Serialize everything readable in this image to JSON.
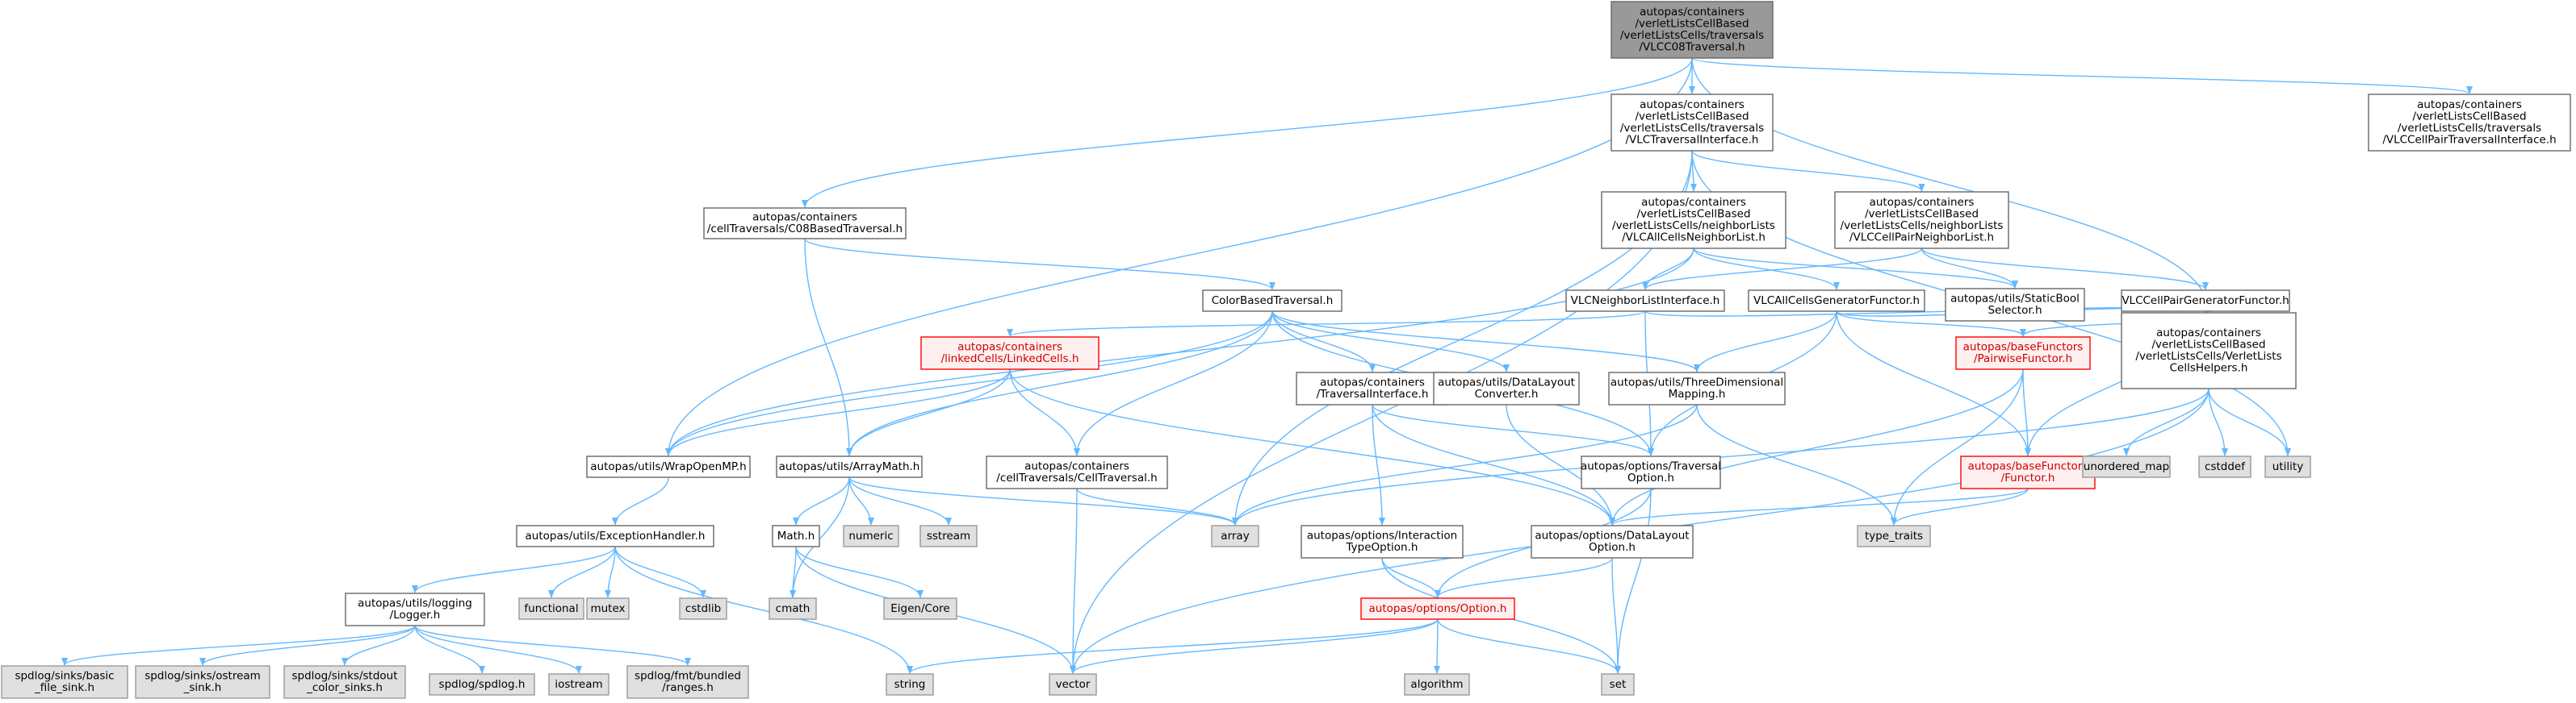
{
  "colors": {
    "edge": "#63b8ff",
    "root_fill": "#999999",
    "file_border": "#666666",
    "external_fill": "#e0e0e0",
    "truncated_border": "#ff0000"
  },
  "nodes": [
    {
      "id": "root",
      "kind": "root",
      "lines": [
        "autopas/containers",
        "/verletListsCellBased",
        "/verletListsCells/traversals",
        "/VLCC08Traversal.h"
      ]
    },
    {
      "id": "vlctraversalinterface",
      "kind": "file",
      "lines": [
        "autopas/containers",
        "/verletListsCellBased",
        "/verletListsCells/traversals",
        "/VLCTraversalInterface.h"
      ]
    },
    {
      "id": "vlccellpairtraversalinterface",
      "kind": "file",
      "lines": [
        "autopas/containers",
        "/verletListsCellBased",
        "/verletListsCells/traversals",
        "/VLCCellPairTraversalInterface.h"
      ]
    },
    {
      "id": "c08basedtraversal",
      "kind": "file",
      "lines": [
        "autopas/containers",
        "/cellTraversals/C08BasedTraversal.h"
      ]
    },
    {
      "id": "vlcallcellsneighborlist",
      "kind": "file",
      "lines": [
        "autopas/containers",
        "/verletListsCellBased",
        "/verletListsCells/neighborLists",
        "/VLCAllCellsNeighborList.h"
      ]
    },
    {
      "id": "vlccellpairneighborlist",
      "kind": "file",
      "lines": [
        "autopas/containers",
        "/verletListsCellBased",
        "/verletListsCells/neighborLists",
        "/VLCCellPairNeighborList.h"
      ]
    },
    {
      "id": "colorbasedtraversal",
      "kind": "file",
      "lines": [
        "ColorBasedTraversal.h"
      ]
    },
    {
      "id": "vlcneighborlistinterface",
      "kind": "file",
      "lines": [
        "VLCNeighborListInterface.h"
      ]
    },
    {
      "id": "vlcallcellsgeneratorfunctor",
      "kind": "file",
      "lines": [
        "VLCAllCellsGeneratorFunctor.h"
      ]
    },
    {
      "id": "staticboolselector",
      "kind": "file",
      "lines": [
        "autopas/utils/StaticBool",
        "Selector.h"
      ]
    },
    {
      "id": "vlccellpairgeneratorfunctor",
      "kind": "file",
      "lines": [
        "VLCCellPairGeneratorFunctor.h"
      ]
    },
    {
      "id": "linkedcells",
      "kind": "trunc",
      "lines": [
        "autopas/containers",
        "/linkedCells/LinkedCells.h"
      ]
    },
    {
      "id": "traversalinterface",
      "kind": "file",
      "lines": [
        "autopas/containers",
        "/TraversalInterface.h"
      ]
    },
    {
      "id": "datalayoutconverter",
      "kind": "file",
      "lines": [
        "autopas/utils/DataLayout",
        "Converter.h"
      ]
    },
    {
      "id": "threedimensionalmapping",
      "kind": "file",
      "lines": [
        "autopas/utils/ThreeDimensional",
        "Mapping.h"
      ]
    },
    {
      "id": "pairwisefunctor",
      "kind": "trunc",
      "lines": [
        "autopas/baseFunctors",
        "/PairwiseFunctor.h"
      ]
    },
    {
      "id": "verletlistscellshelpers",
      "kind": "file",
      "lines": [
        "autopas/containers",
        "/verletListsCellBased",
        "/verletListsCells/VerletLists",
        "CellsHelpers.h"
      ]
    },
    {
      "id": "wrapopenmp",
      "kind": "file",
      "lines": [
        "autopas/utils/WrapOpenMP.h"
      ]
    },
    {
      "id": "arraymath",
      "kind": "file",
      "lines": [
        "autopas/utils/ArrayMath.h"
      ]
    },
    {
      "id": "celltraversal",
      "kind": "file",
      "lines": [
        "autopas/containers",
        "/cellTraversals/CellTraversal.h"
      ]
    },
    {
      "id": "traversaloption",
      "kind": "file",
      "lines": [
        "autopas/options/Traversal",
        "Option.h"
      ]
    },
    {
      "id": "functor",
      "kind": "trunc",
      "lines": [
        "autopas/baseFunctors",
        "/Functor.h"
      ]
    },
    {
      "id": "unordered_map",
      "kind": "ext",
      "lines": [
        "unordered_map"
      ]
    },
    {
      "id": "cstddef",
      "kind": "ext",
      "lines": [
        "cstddef"
      ]
    },
    {
      "id": "utility",
      "kind": "ext",
      "lines": [
        "utility"
      ]
    },
    {
      "id": "exceptionhandler",
      "kind": "file",
      "lines": [
        "autopas/utils/ExceptionHandler.h"
      ]
    },
    {
      "id": "mathh",
      "kind": "file",
      "lines": [
        "Math.h"
      ]
    },
    {
      "id": "numeric",
      "kind": "ext",
      "lines": [
        "numeric"
      ]
    },
    {
      "id": "sstream",
      "kind": "ext",
      "lines": [
        "sstream"
      ]
    },
    {
      "id": "array",
      "kind": "ext",
      "lines": [
        "array"
      ]
    },
    {
      "id": "interactiontypeoption",
      "kind": "file",
      "lines": [
        "autopas/options/Interaction",
        "TypeOption.h"
      ]
    },
    {
      "id": "datalayoutoption",
      "kind": "file",
      "lines": [
        "autopas/options/DataLayout",
        "Option.h"
      ]
    },
    {
      "id": "type_traits",
      "kind": "ext",
      "lines": [
        "type_traits"
      ]
    },
    {
      "id": "logger",
      "kind": "file",
      "lines": [
        "autopas/utils/logging",
        "/Logger.h"
      ]
    },
    {
      "id": "functional",
      "kind": "ext",
      "lines": [
        "functional"
      ]
    },
    {
      "id": "mutex",
      "kind": "ext",
      "lines": [
        "mutex"
      ]
    },
    {
      "id": "cstdlib",
      "kind": "ext",
      "lines": [
        "cstdlib"
      ]
    },
    {
      "id": "cmath",
      "kind": "ext",
      "lines": [
        "cmath"
      ]
    },
    {
      "id": "eigencore",
      "kind": "ext",
      "lines": [
        "Eigen/Core"
      ]
    },
    {
      "id": "option",
      "kind": "trunc",
      "lines": [
        "autopas/options/Option.h"
      ]
    },
    {
      "id": "basic_file_sink",
      "kind": "ext",
      "lines": [
        "spdlog/sinks/basic",
        "_file_sink.h"
      ]
    },
    {
      "id": "ostream_sink",
      "kind": "ext",
      "lines": [
        "spdlog/sinks/ostream",
        "_sink.h"
      ]
    },
    {
      "id": "stdout_color_sinks",
      "kind": "ext",
      "lines": [
        "spdlog/sinks/stdout",
        "_color_sinks.h"
      ]
    },
    {
      "id": "spdlog",
      "kind": "ext",
      "lines": [
        "spdlog/spdlog.h"
      ]
    },
    {
      "id": "iostream",
      "kind": "ext",
      "lines": [
        "iostream"
      ]
    },
    {
      "id": "ranges",
      "kind": "ext",
      "lines": [
        "spdlog/fmt/bundled",
        "/ranges.h"
      ]
    },
    {
      "id": "string",
      "kind": "ext",
      "lines": [
        "string"
      ]
    },
    {
      "id": "vector",
      "kind": "ext",
      "lines": [
        "vector"
      ]
    },
    {
      "id": "algorithm",
      "kind": "ext",
      "lines": [
        "algorithm"
      ]
    },
    {
      "id": "set",
      "kind": "ext",
      "lines": [
        "set"
      ]
    }
  ],
  "edges": [
    {
      "from": "root",
      "to": "vlctraversalinterface"
    },
    {
      "from": "root",
      "to": "vlccellpairtraversalinterface"
    },
    {
      "from": "root",
      "to": "c08basedtraversal"
    },
    {
      "from": "root",
      "to": "wrapopenmp"
    },
    {
      "from": "root",
      "to": "verletlistscellshelpers"
    },
    {
      "from": "vlctraversalinterface",
      "to": "vlcallcellsneighborlist"
    },
    {
      "from": "vlctraversalinterface",
      "to": "vlccellpairneighborlist"
    },
    {
      "from": "vlctraversalinterface",
      "to": "array"
    },
    {
      "from": "vlctraversalinterface",
      "to": "vector"
    },
    {
      "from": "vlctraversalinterface",
      "to": "utility"
    },
    {
      "from": "c08basedtraversal",
      "to": "colorbasedtraversal"
    },
    {
      "from": "c08basedtraversal",
      "to": "arraymath"
    },
    {
      "from": "vlcallcellsneighborlist",
      "to": "vlcneighborlistinterface"
    },
    {
      "from": "vlcallcellsneighborlist",
      "to": "vlcallcellsgeneratorfunctor"
    },
    {
      "from": "vlcallcellsneighborlist",
      "to": "staticboolselector"
    },
    {
      "from": "vlcallcellsneighborlist",
      "to": "wrapopenmp"
    },
    {
      "from": "vlccellpairneighborlist",
      "to": "vlcneighborlistinterface"
    },
    {
      "from": "vlccellpairneighborlist",
      "to": "staticboolselector"
    },
    {
      "from": "vlccellpairneighborlist",
      "to": "vlccellpairgeneratorfunctor"
    },
    {
      "from": "colorbasedtraversal",
      "to": "celltraversal"
    },
    {
      "from": "colorbasedtraversal",
      "to": "traversalinterface"
    },
    {
      "from": "colorbasedtraversal",
      "to": "datalayoutconverter"
    },
    {
      "from": "colorbasedtraversal",
      "to": "threedimensionalmapping"
    },
    {
      "from": "colorbasedtraversal",
      "to": "arraymath"
    },
    {
      "from": "colorbasedtraversal",
      "to": "wrapopenmp"
    },
    {
      "from": "colorbasedtraversal",
      "to": "traversaloption"
    },
    {
      "from": "vlcneighborlistinterface",
      "to": "linkedcells"
    },
    {
      "from": "vlcneighborlistinterface",
      "to": "verletlistscellshelpers"
    },
    {
      "from": "vlcneighborlistinterface",
      "to": "traversaloption"
    },
    {
      "from": "vlcallcellsgeneratorfunctor",
      "to": "pairwisefunctor"
    },
    {
      "from": "vlcallcellsgeneratorfunctor",
      "to": "functor"
    },
    {
      "from": "vlcallcellsgeneratorfunctor",
      "to": "threedimensionalmapping"
    },
    {
      "from": "vlcallcellsgeneratorfunctor",
      "to": "verletlistscellshelpers"
    },
    {
      "from": "vlcallcellsgeneratorfunctor",
      "to": "traversaloption"
    },
    {
      "from": "vlccellpairgeneratorfunctor",
      "to": "pairwisefunctor"
    },
    {
      "from": "vlccellpairgeneratorfunctor",
      "to": "functor"
    },
    {
      "from": "vlccellpairgeneratorfunctor",
      "to": "verletlistscellshelpers"
    },
    {
      "from": "linkedcells",
      "to": "celltraversal"
    },
    {
      "from": "linkedcells",
      "to": "arraymath"
    },
    {
      "from": "linkedcells",
      "to": "wrapopenmp"
    },
    {
      "from": "linkedcells",
      "to": "datalayoutoption"
    },
    {
      "from": "traversalinterface",
      "to": "traversaloption"
    },
    {
      "from": "traversalinterface",
      "to": "interactiontypeoption"
    },
    {
      "from": "traversalinterface",
      "to": "datalayoutoption"
    },
    {
      "from": "datalayoutconverter",
      "to": "datalayoutoption"
    },
    {
      "from": "threedimensionalmapping",
      "to": "array"
    },
    {
      "from": "threedimensionalmapping",
      "to": "type_traits"
    },
    {
      "from": "pairwisefunctor",
      "to": "functor"
    },
    {
      "from": "pairwisefunctor",
      "to": "type_traits"
    },
    {
      "from": "pairwisefunctor",
      "to": "datalayoutoption"
    },
    {
      "from": "verletlistscellshelpers",
      "to": "unordered_map"
    },
    {
      "from": "verletlistscellshelpers",
      "to": "cstddef"
    },
    {
      "from": "verletlistscellshelpers",
      "to": "utility"
    },
    {
      "from": "verletlistscellshelpers",
      "to": "array"
    },
    {
      "from": "verletlistscellshelpers",
      "to": "vector"
    },
    {
      "from": "wrapopenmp",
      "to": "exceptionhandler"
    },
    {
      "from": "arraymath",
      "to": "mathh"
    },
    {
      "from": "arraymath",
      "to": "numeric"
    },
    {
      "from": "arraymath",
      "to": "sstream"
    },
    {
      "from": "arraymath",
      "to": "array"
    },
    {
      "from": "arraymath",
      "to": "cmath"
    },
    {
      "from": "celltraversal",
      "to": "array"
    },
    {
      "from": "celltraversal",
      "to": "vector"
    },
    {
      "from": "traversaloption",
      "to": "option"
    },
    {
      "from": "traversaloption",
      "to": "set"
    },
    {
      "from": "functor",
      "to": "type_traits"
    },
    {
      "from": "functor",
      "to": "datalayoutoption"
    },
    {
      "from": "exceptionhandler",
      "to": "logger"
    },
    {
      "from": "exceptionhandler",
      "to": "functional"
    },
    {
      "from": "exceptionhandler",
      "to": "mutex"
    },
    {
      "from": "exceptionhandler",
      "to": "cstdlib"
    },
    {
      "from": "exceptionhandler",
      "to": "string"
    },
    {
      "from": "mathh",
      "to": "cmath"
    },
    {
      "from": "mathh",
      "to": "eigencore"
    },
    {
      "from": "mathh",
      "to": "vector"
    },
    {
      "from": "interactiontypeoption",
      "to": "option"
    },
    {
      "from": "interactiontypeoption",
      "to": "set"
    },
    {
      "from": "datalayoutoption",
      "to": "option"
    },
    {
      "from": "datalayoutoption",
      "to": "set"
    },
    {
      "from": "logger",
      "to": "basic_file_sink"
    },
    {
      "from": "logger",
      "to": "ostream_sink"
    },
    {
      "from": "logger",
      "to": "stdout_color_sinks"
    },
    {
      "from": "logger",
      "to": "spdlog"
    },
    {
      "from": "logger",
      "to": "iostream"
    },
    {
      "from": "logger",
      "to": "ranges"
    },
    {
      "from": "option",
      "to": "algorithm"
    },
    {
      "from": "option",
      "to": "set"
    },
    {
      "from": "option",
      "to": "string"
    },
    {
      "from": "option",
      "to": "vector"
    }
  ]
}
